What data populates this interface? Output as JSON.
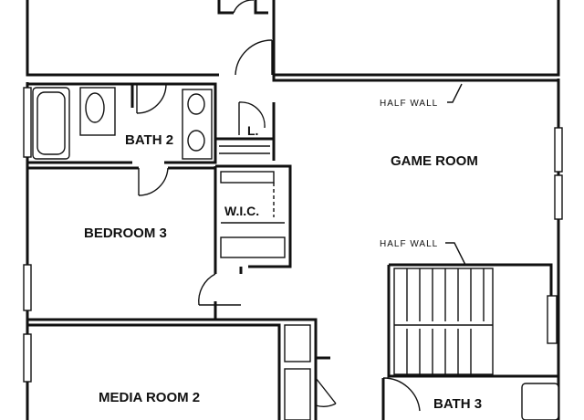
{
  "rooms": {
    "bath2": "BATH 2",
    "game_room": "GAME ROOM",
    "bedroom3": "BEDROOM 3",
    "wic": "W.I.C.",
    "linen": "L.",
    "media_room2": "MEDIA ROOM 2",
    "bath3": "BATH 3"
  },
  "notes": {
    "half_wall_top": "HALF WALL",
    "half_wall_bottom": "HALF WALL"
  }
}
